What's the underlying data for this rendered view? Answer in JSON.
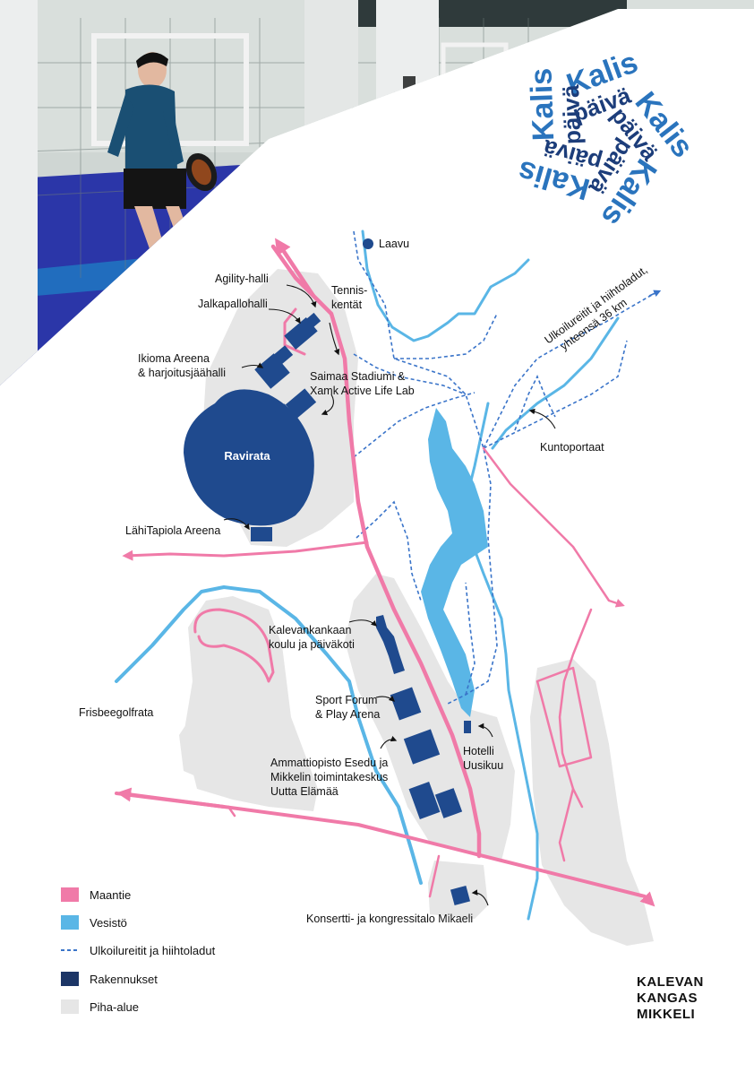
{
  "colors": {
    "road": "#f07aa8",
    "water": "#5ab6e6",
    "trail": "#3a74c9",
    "building": "#1f4a8e",
    "yard": "#e6e6e6",
    "photo_floor": "#2b36a8",
    "photo_floor_edge": "#1e84c8"
  },
  "photo": {
    "description_icon": "padel-player-photo"
  },
  "kalis_logo": {
    "words": [
      "Kalis",
      "päivä",
      "Kalis",
      "päivä",
      "Kalis",
      "päivä",
      "Kalis",
      "päivä",
      "Kalis",
      "päivä"
    ]
  },
  "map": {
    "ravirata_label": "Ravirata",
    "labels": {
      "laavu": "Laavu",
      "agility": "Agility-halli",
      "jalkapallohalli": "Jalkapallohalli",
      "tennis_1": "Tennis-",
      "tennis_2": "kentät",
      "ikioma_1": "Ikioma Areena",
      "ikioma_2": "& harjoitusjäähalli",
      "saimaa_1": "Saimaa Stadiumi &",
      "saimaa_2": "Xamk Active Life Lab",
      "lahitapiola": "LähiTapiola Areena",
      "ulkoilu_1": "Ulkoilureitit ja hiihtoladut,",
      "ulkoilu_2": "yhteensä 36 km",
      "kuntoportaat": "Kuntoportaat",
      "kalevankankaan_1": "Kalevankankaan",
      "kalevankankaan_2": "koulu ja päiväkoti",
      "frisbee": "Frisbeegolfrata",
      "sport_forum_1": "Sport Forum",
      "sport_forum_2": "& Play Arena",
      "hotelli_1": "Hotelli",
      "hotelli_2": "Uusikuu",
      "esedu_1": "Ammattiopisto Esedu ja",
      "esedu_2": "Mikkelin toimintakeskus",
      "esedu_3": "Uutta Elämää",
      "mikaeli": "Konsertti- ja kongressitalo Mikaeli"
    }
  },
  "legend": {
    "items": [
      {
        "label": "Maantie",
        "type": "road"
      },
      {
        "label": "Vesistö",
        "type": "water"
      },
      {
        "label": "Ulkoilureitit ja hiihtoladut",
        "type": "trail"
      },
      {
        "label": "Rakennukset",
        "type": "building"
      },
      {
        "label": "Piha-alue",
        "type": "yard"
      }
    ]
  },
  "logo": {
    "line1": "KALEVAN",
    "line2": "KANGAS",
    "line3": "MIKKELI"
  }
}
